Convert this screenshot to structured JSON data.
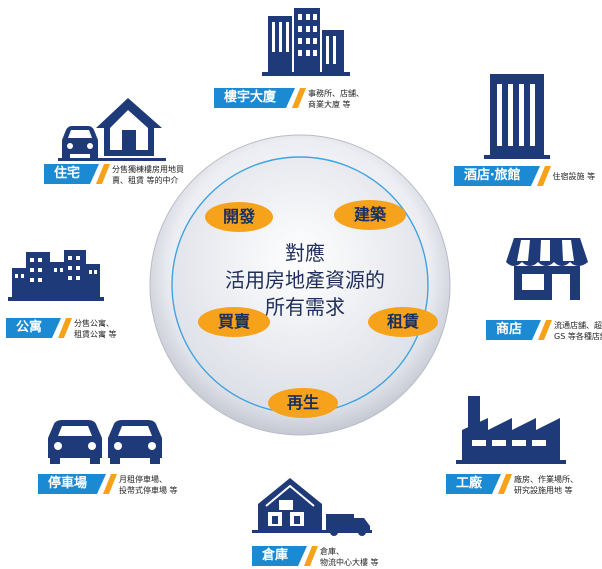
{
  "center": {
    "line1": "對應",
    "line2": "活用房地產資源的",
    "line3": "所有需求"
  },
  "activities": [
    "開發",
    "建築",
    "買賣",
    "租賃",
    "再生"
  ],
  "categories": [
    {
      "key": "building",
      "title": "樓宇大廈",
      "desc": "事務所、店舖、\n商業大廈 等",
      "icon": "office-towers-icon"
    },
    {
      "key": "hotel",
      "title": "酒店‧旅館",
      "desc": "住宿設施 等",
      "icon": "hotel-building-icon"
    },
    {
      "key": "shop",
      "title": "商店",
      "desc": "流通店舖、超市、\nGS 等各種店舖",
      "icon": "storefront-icon"
    },
    {
      "key": "factory",
      "title": "工廠",
      "desc": "廠房、作業場所、\n研究設施用地 等",
      "icon": "factory-icon"
    },
    {
      "key": "warehouse",
      "title": "倉庫",
      "desc": "倉庫、\n物流中心大樓 等",
      "icon": "warehouse-truck-icon"
    },
    {
      "key": "parking",
      "title": "停車場",
      "desc": "月租停車場、\n投幣式停車場 等",
      "icon": "cars-icon"
    },
    {
      "key": "apartment",
      "title": "公寓",
      "desc": "分售公寓、\n租賃公寓 等",
      "icon": "apartments-icon"
    },
    {
      "key": "house",
      "title": "住宅",
      "desc": "分售獨棟樓房用地買\n賣、租賃 等的中介",
      "icon": "house-car-icon"
    }
  ],
  "colors": {
    "navy": "#1f3a78",
    "blue_tag": "#1b8ad3",
    "orange": "#f6a21a"
  }
}
